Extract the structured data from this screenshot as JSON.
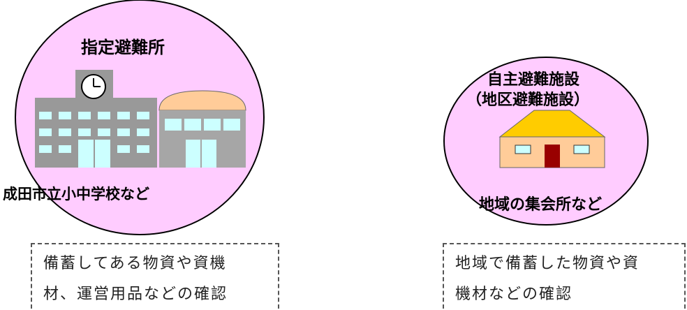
{
  "left_group": {
    "title": "指定避難所",
    "caption": "成田市立小中学校など",
    "note_lines": [
      "備蓄してある物資や資機",
      "材、運営用品などの確認"
    ]
  },
  "right_group": {
    "title_line1": "自主避難施設",
    "title_line2": "（地区避難施設）",
    "caption": "地域の集会所など",
    "note_lines": [
      "地域で備蓄した物資や資",
      "機材などの確認"
    ]
  },
  "colors": {
    "circle_fill": "#FFCCFF",
    "circle_stroke": "#000000",
    "school_building": "#999999",
    "gym_building": "#A6A6A6",
    "gym_roof": "#FFCC99",
    "window": "#CCFFFF",
    "house_roof": "#FFCC00",
    "house_wall": "#FFCC99",
    "house_door": "#990000"
  },
  "icons": {
    "clock": "clock-icon",
    "school": "school-building-icon",
    "gym": "gymnasium-icon",
    "house": "house-icon"
  }
}
